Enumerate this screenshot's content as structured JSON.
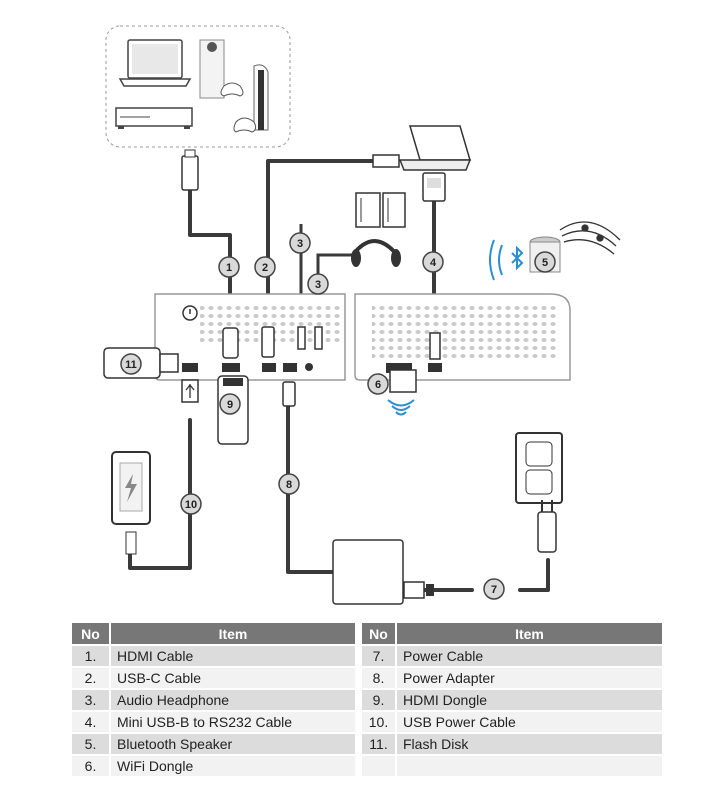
{
  "callouts": [
    {
      "n": "1"
    },
    {
      "n": "2"
    },
    {
      "n": "3"
    },
    {
      "n": "3"
    },
    {
      "n": "4"
    },
    {
      "n": "5"
    },
    {
      "n": "6"
    },
    {
      "n": "7"
    },
    {
      "n": "8"
    },
    {
      "n": "9"
    },
    {
      "n": "10"
    },
    {
      "n": "11"
    }
  ],
  "table": {
    "col_no": "No",
    "col_item": "Item",
    "left": [
      {
        "no": "1.",
        "item": "HDMI Cable"
      },
      {
        "no": "2.",
        "item": "USB-C Cable"
      },
      {
        "no": "3.",
        "item": "Audio Headphone"
      },
      {
        "no": "4.",
        "item": "Mini USB-B to RS232 Cable"
      },
      {
        "no": "5.",
        "item": "Bluetooth Speaker"
      },
      {
        "no": "6.",
        "item": "WiFi Dongle"
      }
    ],
    "right": [
      {
        "no": "7.",
        "item": "Power Cable"
      },
      {
        "no": "8.",
        "item": "Power Adapter"
      },
      {
        "no": "9.",
        "item": "HDMI Dongle"
      },
      {
        "no": "10.",
        "item": "USB Power Cable"
      },
      {
        "no": "11.",
        "item": "Flash Disk"
      },
      {
        "no": "",
        "item": ""
      }
    ]
  },
  "colors": {
    "cable": "#3a3a3a",
    "audio_cable": "#5aa9d6",
    "wireless": "#2a8fd0",
    "table_header": "#777777",
    "row_dark": "#dcdcdc",
    "row_light": "#f2f2f2"
  }
}
